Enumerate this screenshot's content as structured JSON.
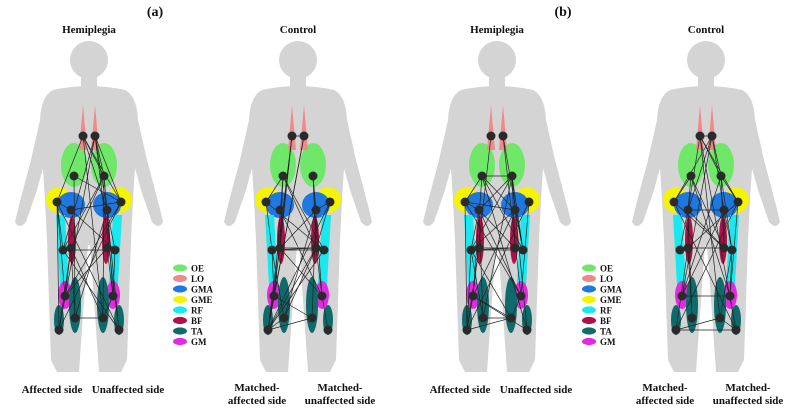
{
  "panels": [
    {
      "label": "(a)",
      "bodies": [
        {
          "title": "Hemiplegia",
          "side_left": "Affected side",
          "side_right": "Unaffected side"
        },
        {
          "title": "Control",
          "side_left": "Matched-\naffected side",
          "side_right": "Matched-\nunaffected side"
        }
      ]
    },
    {
      "label": "(b)",
      "bodies": [
        {
          "title": "Hemiplegia",
          "side_left": "Affected side",
          "side_right": "Unaffected side"
        },
        {
          "title": "Control",
          "side_left": "Matched-\naffected side",
          "side_right": "Matched-\nunaffected side"
        }
      ]
    }
  ],
  "legend": [
    {
      "label": "OE",
      "color": "#6fe86a"
    },
    {
      "label": "LO",
      "color": "#f08a8a"
    },
    {
      "label": "GMA",
      "color": "#1f78e0"
    },
    {
      "label": "GME",
      "color": "#f5f500"
    },
    {
      "label": "RF",
      "color": "#19e8ee"
    },
    {
      "label": "BF",
      "color": "#b0104a"
    },
    {
      "label": "TA",
      "color": "#0f6b6b"
    },
    {
      "label": "GM",
      "color": "#e22ae0"
    }
  ]
}
